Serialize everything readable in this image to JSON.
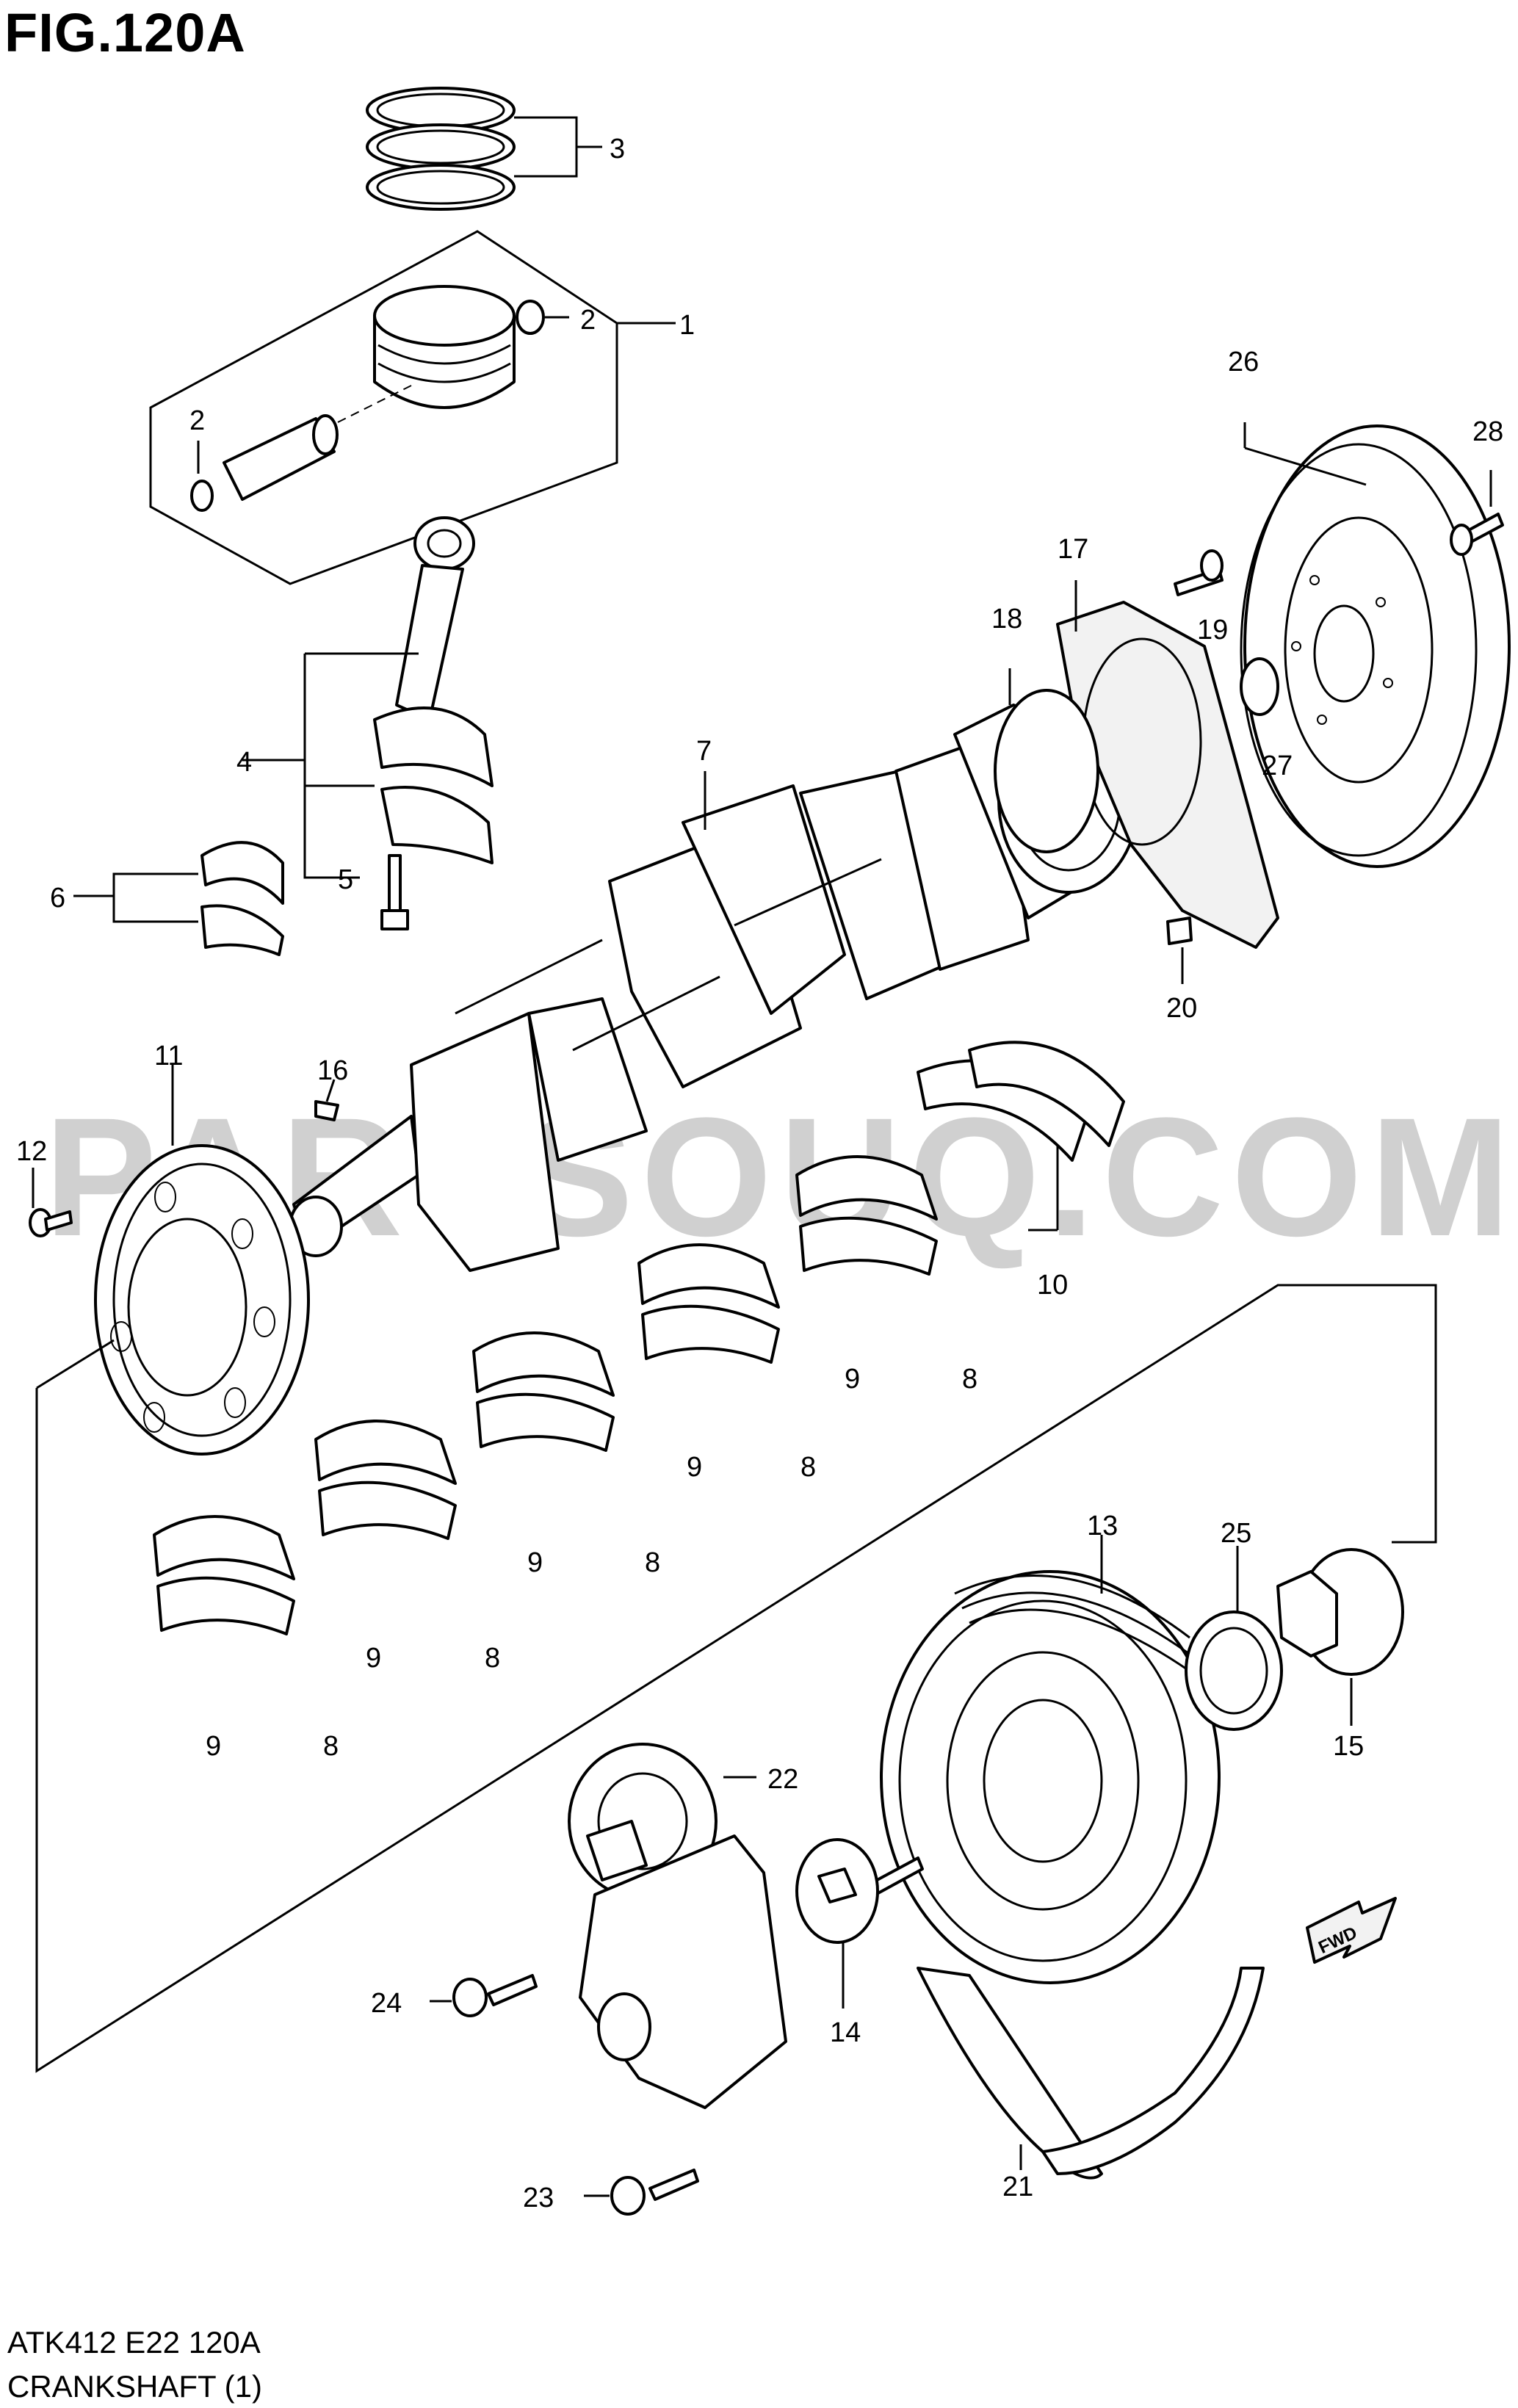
{
  "figure": {
    "title": "FIG.120A",
    "code": "ATK412 E22 120A",
    "name": "CRANKSHAFT (1)",
    "watermark": "PARTSOUQ.COM",
    "fwd_marker": "FWD"
  },
  "callouts": {
    "c1": "1",
    "c2a": "2",
    "c2b": "2",
    "c3": "3",
    "c4": "4",
    "c5": "5",
    "c6": "6",
    "c7": "7",
    "c8a": "8",
    "c8b": "8",
    "c8c": "8",
    "c8d": "8",
    "c8e": "8",
    "c9a": "9",
    "c9b": "9",
    "c9c": "9",
    "c9d": "9",
    "c9e": "9",
    "c10": "10",
    "c11": "11",
    "c12": "12",
    "c13": "13",
    "c14": "14",
    "c15": "15",
    "c16": "16",
    "c17": "17",
    "c18": "18",
    "c19": "19",
    "c20": "20",
    "c21": "21",
    "c22": "22",
    "c23": "23",
    "c24": "24",
    "c25": "25",
    "c26": "26",
    "c27": "27",
    "c28": "28"
  },
  "colors": {
    "line": "#000000",
    "watermark": "#969696",
    "background": "#ffffff"
  }
}
